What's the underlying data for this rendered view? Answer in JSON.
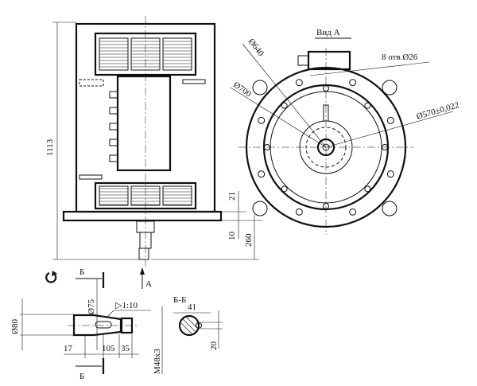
{
  "side_view": {
    "dim_height": "1113",
    "dim_21": "21",
    "dim_10": "10",
    "dim_260": "260",
    "arrow_label": "А",
    "rotation_icon": "rotation-arrow-icon"
  },
  "front_view": {
    "title": "Вид А",
    "d640": "Ø640",
    "d700": "Ø700",
    "holes": "8 отв.Ø26",
    "d570": "Ø570±0,022"
  },
  "shaft_detail": {
    "section_top": "Б",
    "section_bottom": "Б",
    "d75": "Ø75",
    "taper": "▷1:10",
    "d80": "Ø80",
    "len17": "17",
    "len105": "105",
    "len35": "35",
    "thread": "M48x3"
  },
  "section": {
    "title": "Б-Б",
    "dim41": "41",
    "dim20": "20"
  }
}
